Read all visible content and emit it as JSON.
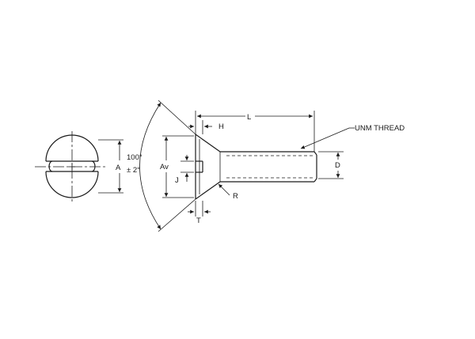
{
  "labels": {
    "length": "L",
    "head_height": "H",
    "thread_callout": "UNM THREAD",
    "head_dia": "A",
    "head_dia_actual": "Av",
    "slot_depth": "J",
    "diameter": "D",
    "fillet_radius": "R",
    "slot_width": "T",
    "angle_value": "100°",
    "angle_tolerance": "± 2°"
  }
}
